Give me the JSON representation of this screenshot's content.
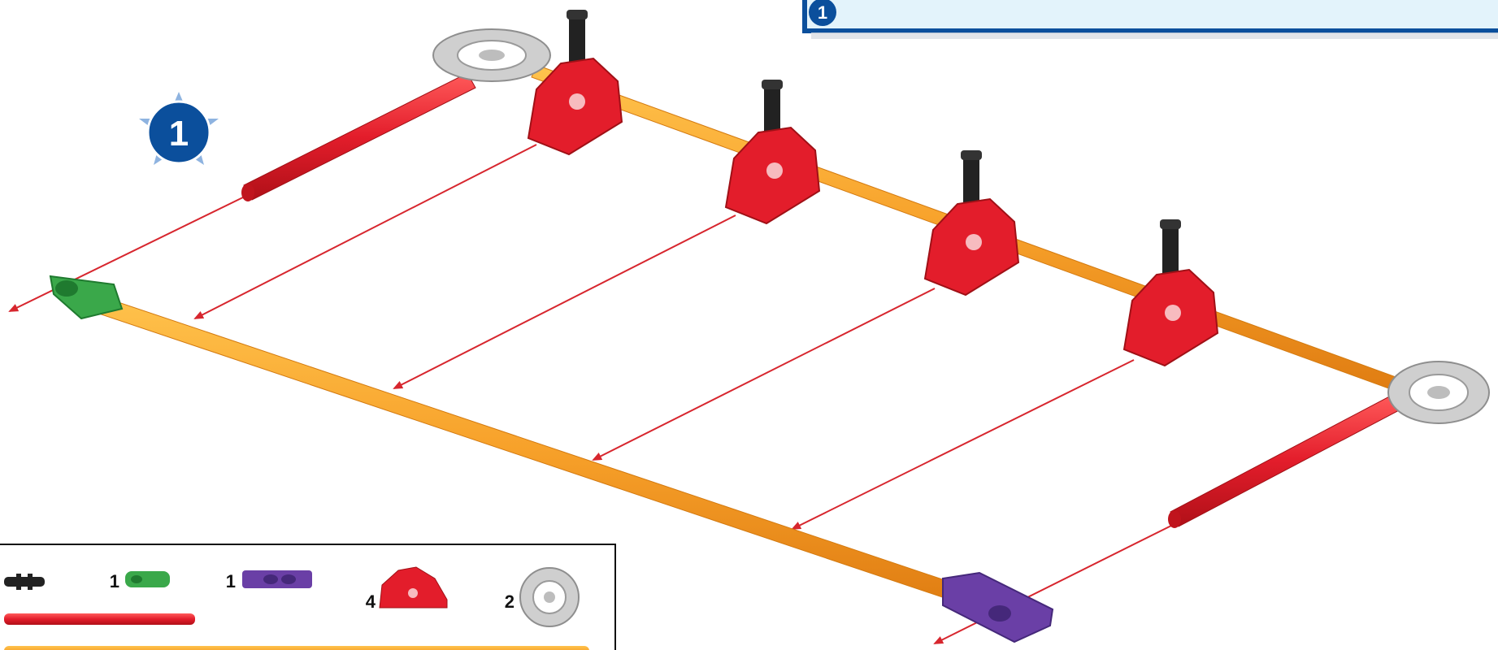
{
  "header_banner": {
    "step_number": "1"
  },
  "step_badge": {
    "number": "1"
  },
  "parts_legend": {
    "items": [
      {
        "part": "black-connector",
        "quantity": ""
      },
      {
        "part": "green-clip",
        "quantity": "1"
      },
      {
        "part": "purple-clip",
        "quantity": "1"
      },
      {
        "part": "red-half-gear",
        "quantity": "4"
      },
      {
        "part": "grey-gear",
        "quantity": "2"
      },
      {
        "part": "red-rod",
        "quantity": ""
      },
      {
        "part": "orange-rod",
        "quantity": ""
      }
    ]
  },
  "colors": {
    "accent_blue": "#0b4f9c",
    "banner_fill": "#e3f3fb",
    "rod_orange": "#f7a12a",
    "rod_red": "#e31d2b",
    "connector_green": "#3aa84a",
    "connector_purple": "#6a3fa6",
    "gear_grey": "#c8c8c8",
    "post_black": "#222222",
    "arrow_red": "#d7262e"
  }
}
